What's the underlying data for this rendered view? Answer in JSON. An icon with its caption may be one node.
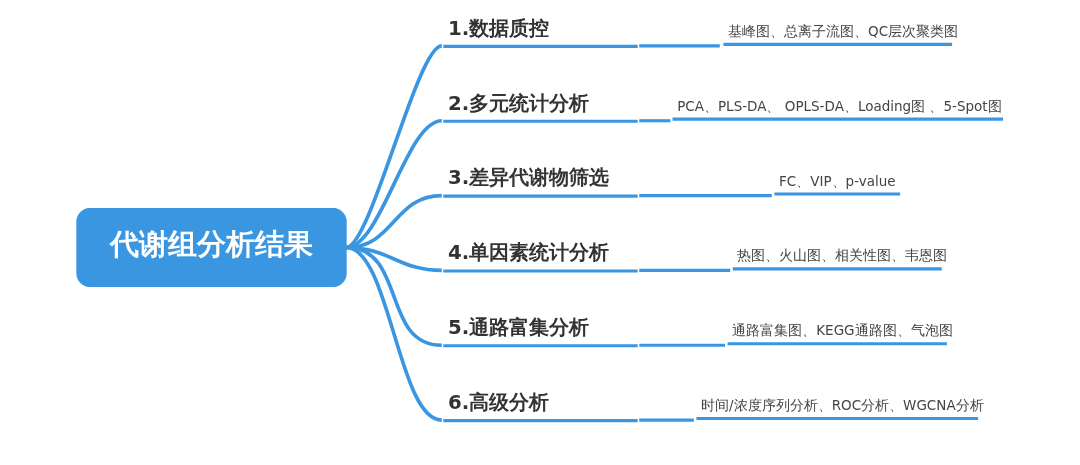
{
  "diagram": {
    "nodes": [
      {
        "text": [
          "代谢组分析结果"
        ]
      },
      {
        "text": [
          "1.数据质控"
        ]
      },
      {
        "text": [
          "基峰图、总离子流图、QC层次聚类图"
        ]
      },
      {
        "text": [
          "2.多元统计分析"
        ]
      },
      {
        "text": [
          "PCA、PLS-DA、 OPLS-DA、Loading图 、5-Spot图"
        ]
      },
      {
        "text": [
          "3.差异代谢物筛选"
        ]
      },
      {
        "text": [
          "FC、VIP、p-value"
        ]
      },
      {
        "text": [
          "4.单因素统计分析"
        ]
      },
      {
        "text": [
          "热图、火山图、相关性图、韦恩图"
        ]
      },
      {
        "text": [
          "5.通路富集分析"
        ]
      },
      {
        "text": [
          "通路富集图、KEGG通路图、气泡图"
        ]
      },
      {
        "text": [
          "6.高级分析"
        ]
      },
      {
        "text": [
          "时间/浓度序列分析、ROC分析、WGCNA分析"
        ]
      }
    ],
    "edges": [
      {
        "from": 0,
        "to": 1,
        "arrow": "none"
      },
      {
        "from": 1,
        "to": 2,
        "arrow": "none"
      },
      {
        "from": 0,
        "to": 3,
        "arrow": "none"
      },
      {
        "from": 3,
        "to": 4,
        "arrow": "none"
      },
      {
        "from": 0,
        "to": 5,
        "arrow": "none"
      },
      {
        "from": 5,
        "to": 6,
        "arrow": "none"
      },
      {
        "from": 0,
        "to": 7,
        "arrow": "none"
      },
      {
        "from": 7,
        "to": 8,
        "arrow": "none"
      },
      {
        "from": 0,
        "to": 9,
        "arrow": "none"
      },
      {
        "from": 9,
        "to": 10,
        "arrow": "none"
      },
      {
        "from": 0,
        "to": 11,
        "arrow": "none"
      },
      {
        "from": 11,
        "to": 12,
        "arrow": "none"
      }
    ]
  }
}
